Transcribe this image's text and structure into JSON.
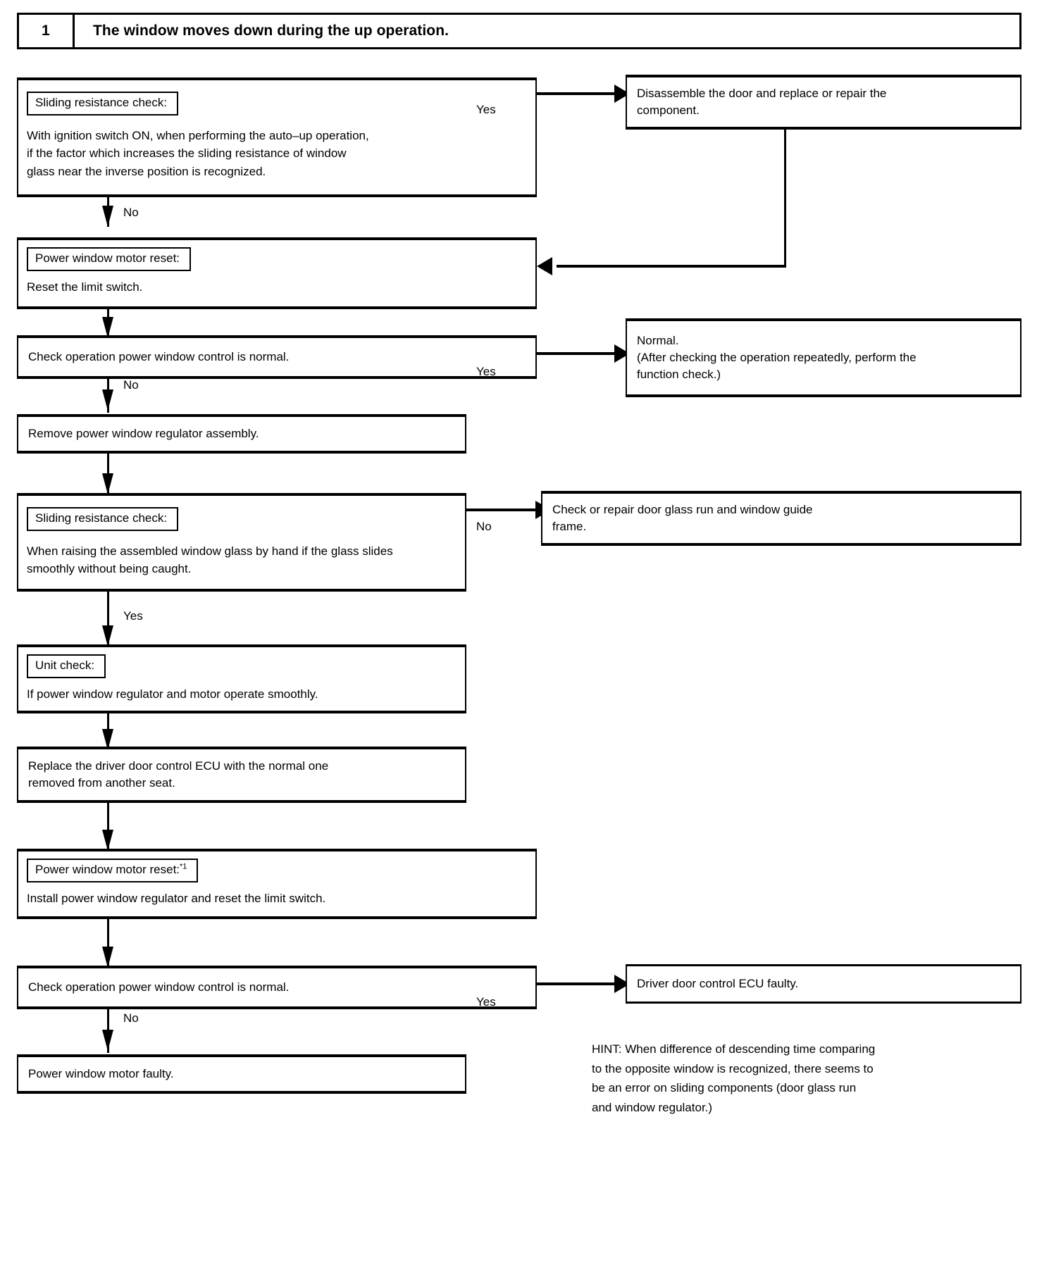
{
  "header": {
    "number": "1",
    "title": "The window moves down during the up operation."
  },
  "boxes": {
    "sliding_check_1": {
      "caption": "Sliding  resistance check:",
      "text": "With ignition switch ON, when performing the auto–up operation,\nif the factor which increases the sliding resistance of window\nglass near the inverse position is recognized."
    },
    "disassemble_door": {
      "text": "Disassemble the door and replace or repair the\ncomponent."
    },
    "motor_reset_1": {
      "caption": "Power window motor reset:",
      "text": "Reset the limit switch."
    },
    "check_operation_1": {
      "text": "Check operation power window control is normal."
    },
    "normal_result": {
      "text": "Normal.\n(After checking the operation repeatedly, perform the\nfunction check.)"
    },
    "remove_regulator": {
      "text": "Remove power window regulator assembly."
    },
    "sliding_check_2": {
      "caption": "Sliding  resistance check:",
      "text": "When raising the assembled window glass by hand if the glass slides\nsmoothly without being caught."
    },
    "check_door_glass_run": {
      "text": "Check or repair door glass run and window guide\nframe."
    },
    "unit_check": {
      "caption": "Unit check:",
      "text": "If power window regulator and motor operate smoothly."
    },
    "replace_ecu": {
      "text": "Replace the driver door control ECU with the normal one\nremoved from another seat."
    },
    "motor_reset_2": {
      "caption": "Power window motor reset:",
      "caption_note": "*1",
      "text": "Install power window regulator and reset the limit switch."
    },
    "check_operation_2": {
      "text": "Check operation power window control is normal."
    },
    "ecu_faulty": {
      "text": "Driver door control ECU faulty."
    },
    "motor_faulty": {
      "text": "Power window motor faulty."
    }
  },
  "branch_labels": {
    "yes_1": "Yes",
    "no_1": "No",
    "yes_2": "Yes",
    "no_2": "No",
    "no_3": "No",
    "yes_3": "Yes",
    "yes_4": "Yes",
    "no_4": "No"
  },
  "hint": {
    "text": "HINT: When difference of descending time comparing\nto the opposite window is recognized, there seems to\nbe an error on sliding components (door glass run\nand window regulator.)"
  },
  "colors": {
    "ink": "#000000",
    "paper": "#ffffff"
  }
}
